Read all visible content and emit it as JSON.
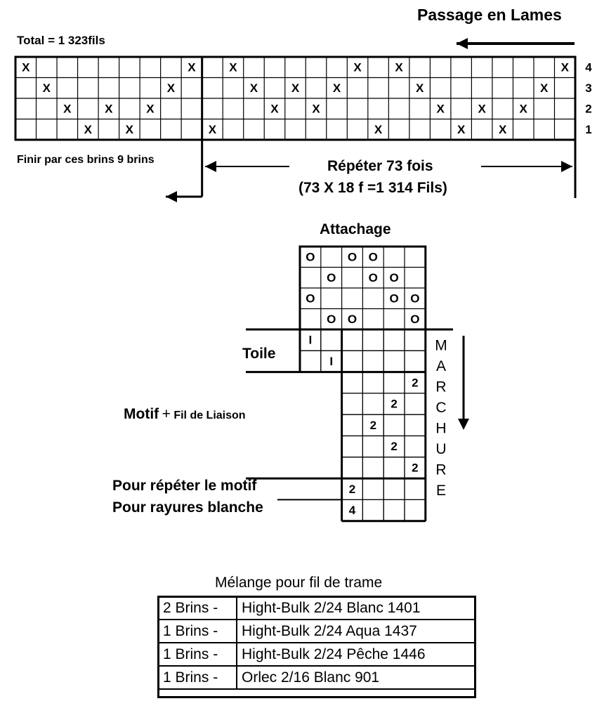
{
  "threading": {
    "title": "Passage en Lames",
    "total": "Total =  1 323fils",
    "finish_note": "Finir par ces brins 9 brins",
    "repeat_line1": "Répéter 73 fois",
    "repeat_line2": "(73 X 18 f =1 314 Fils)",
    "shaft_labels": [
      "4",
      "3",
      "2",
      "1"
    ],
    "mark": "X",
    "columns": 27,
    "rows": [
      [
        0,
        8,
        10,
        16,
        18,
        26
      ],
      [
        1,
        7,
        11,
        13,
        15,
        19,
        25
      ],
      [
        2,
        4,
        6,
        12,
        14,
        20,
        22,
        24
      ],
      [
        3,
        5,
        9,
        17,
        21,
        23
      ]
    ]
  },
  "tieup": {
    "title": "Attachage",
    "mark": "O",
    "columns": 6,
    "rows": [
      [
        0,
        2,
        3
      ],
      [
        1,
        3,
        4
      ],
      [
        0,
        4,
        5
      ],
      [
        1,
        2,
        5
      ]
    ]
  },
  "treadling": {
    "vertical_label": [
      "M",
      "A",
      "R",
      "C",
      "H",
      "U",
      "R",
      "E"
    ],
    "section_toile": "Toile",
    "section_motif": "Motif",
    "section_plus": "+",
    "section_liaison": "Fil de Liaison",
    "section_repeat": "Pour répéter le motif",
    "section_stripes": "Pour rayures blanche",
    "marks": [
      {
        "row": 0,
        "col": 0,
        "text": "I"
      },
      {
        "row": 1,
        "col": 1,
        "text": "I"
      },
      {
        "row": 2,
        "col": 5,
        "text": "2"
      },
      {
        "row": 3,
        "col": 4,
        "text": "2"
      },
      {
        "row": 4,
        "col": 3,
        "text": "2"
      },
      {
        "row": 5,
        "col": 4,
        "text": "2"
      },
      {
        "row": 6,
        "col": 5,
        "text": "2"
      },
      {
        "row": 7,
        "col": 2,
        "text": "2"
      },
      {
        "row": 8,
        "col": 2,
        "text": "4"
      }
    ]
  },
  "weft_mix": {
    "title": "Mélange pour fil de trame",
    "rows": [
      {
        "qty": "2 Brins -",
        "yarn": "Hight-Bulk 2/24 Blanc 1401"
      },
      {
        "qty": "1 Brins -",
        "yarn": "Hight-Bulk 2/24 Aqua 1437"
      },
      {
        "qty": "1 Brins -",
        "yarn": "Hight-Bulk 2/24 Pêche 1446"
      },
      {
        "qty": "1 Brins -",
        "yarn": "Orlec 2/16 Blanc 901"
      }
    ]
  }
}
